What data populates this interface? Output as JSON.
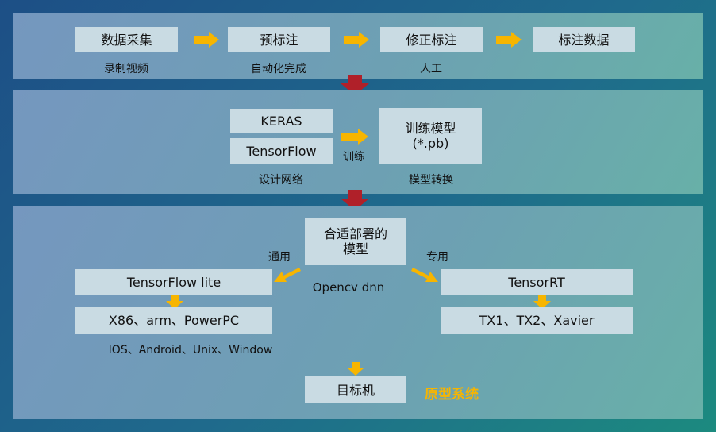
{
  "section1": {
    "steps": [
      "数据采集",
      "预标注",
      "修正标注",
      "标注数据"
    ],
    "captions": [
      "录制视频",
      "自动化完成",
      "人工"
    ]
  },
  "section2": {
    "frameworks": [
      "KERAS",
      "TensorFlow"
    ],
    "design_caption": "设计网络",
    "train_label": "训练",
    "model_line1": "训练模型",
    "model_line2": "(*.pb)",
    "convert_caption": "模型转换"
  },
  "section3": {
    "deploy_line1": "合适部署的",
    "deploy_line2": "模型",
    "general_label": "通用",
    "special_label": "专用",
    "opencv_label": "Opencv dnn",
    "tflite": "TensorFlow lite",
    "tflite_platforms": "X86、arm、PowerPC",
    "os_caption": "IOS、Android、Unix、Window",
    "tensorrt": "TensorRT",
    "tensorrt_platforms": "TX1、TX2、Xavier",
    "target": "目标机",
    "prototype_label": "原型系统"
  },
  "colors": {
    "yellow_arrow": "#f7b500",
    "red_arrow": "#b02029",
    "box_fill": "#c9dbe3",
    "prototype_text": "#f7b500"
  }
}
